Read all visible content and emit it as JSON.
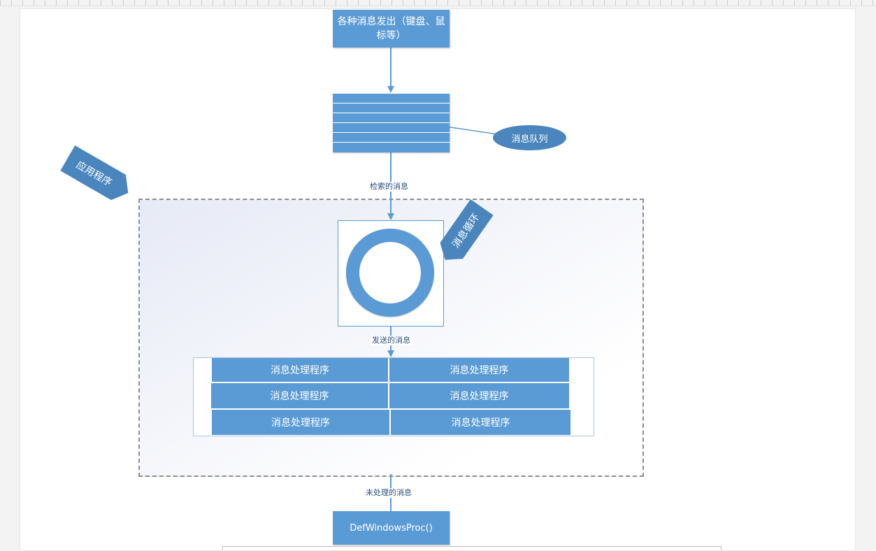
{
  "diagram": {
    "source_box": "各种消息发出（键盘、鼠标等）",
    "queue_label": "消息队列",
    "app_label": "应用程序",
    "loop_label": "消息循环",
    "retrieved_label": "检索的消息",
    "sent_label": "发送的消息",
    "unprocessed_label": "未处理的消息",
    "defwindowproc": "DefWindowsProc()",
    "handlers": [
      [
        "消息处理程序",
        "消息处理程序"
      ],
      [
        "消息处理程序",
        "消息处理程序"
      ],
      [
        "消息处理程序",
        "消息处理程序"
      ]
    ]
  },
  "colors": {
    "accent": "#5b9bd5",
    "accent_dark": "#4a86bd",
    "dashed_border": "#8c8c8c"
  }
}
